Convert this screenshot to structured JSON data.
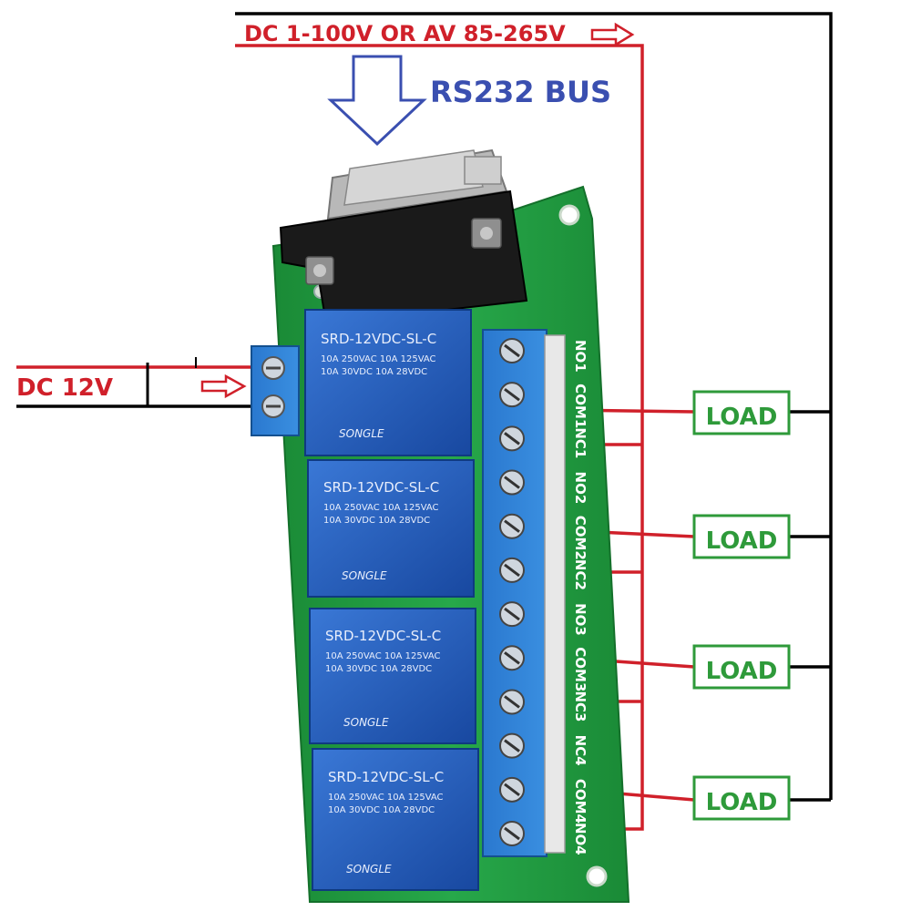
{
  "labels": {
    "power_supply": "DC 1-100V OR AV 85-265V",
    "bus": "RS232 BUS",
    "dc_input": "DC 12V"
  },
  "loads": [
    {
      "label": "LOAD"
    },
    {
      "label": "LOAD"
    },
    {
      "label": "LOAD"
    },
    {
      "label": "LOAD"
    }
  ],
  "relays": [
    {
      "model": "SRD-12VDC-SL-C",
      "rating1": "10A 250VAC  10A 125VAC",
      "rating2": "10A 30VDC  10A 28VDC",
      "brand": "SONGLE"
    },
    {
      "model": "SRD-12VDC-SL-C",
      "rating1": "10A 250VAC  10A 125VAC",
      "rating2": "10A 30VDC  10A 28VDC",
      "brand": "SONGLE"
    },
    {
      "model": "SRD-12VDC-SL-C",
      "rating1": "10A 250VAC  10A 125VAC",
      "rating2": "10A 30VDC  10A 28VDC",
      "brand": "SONGLE"
    },
    {
      "model": "SRD-12VDC-SL-C",
      "rating1": "10A 250VAC  10A 125VAC",
      "rating2": "10A 30VDC  10A 28VDC",
      "brand": "SONGLE"
    }
  ],
  "terminal_labels": [
    "NO1",
    "COM1",
    "NC1",
    "NO2",
    "COM2",
    "NC2",
    "NO3",
    "COM3",
    "NC3",
    "NC4",
    "COM4",
    "NO4"
  ],
  "colors": {
    "live_wire": "#d0202a",
    "return_wire": "#000000",
    "bus_arrow": "#3a4fb0",
    "load_box": "#2e9a3a",
    "pcb": "#1f9a3f",
    "relay": "#1f57b8",
    "terminal": "#2e7fd1"
  }
}
